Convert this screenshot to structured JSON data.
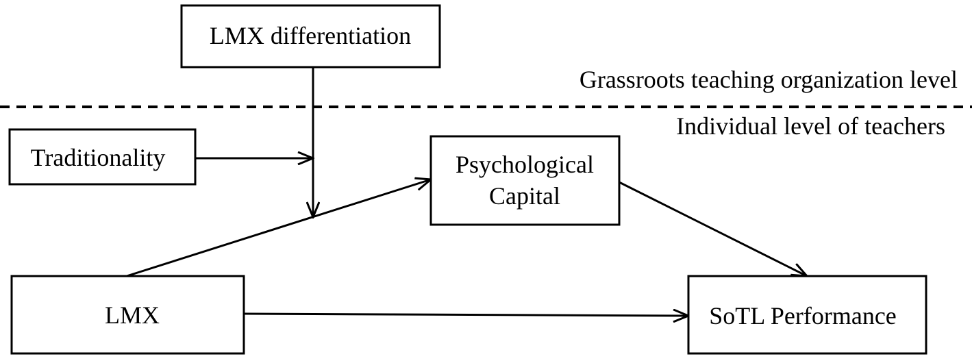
{
  "nodes": {
    "lmx_differentiation": "LMX differentiation",
    "traditionality": "Traditionality",
    "psychological_capital_line1": "Psychological",
    "psychological_capital_line2": "Capital",
    "lmx": "LMX",
    "sotl_performance": "SoTL Performance"
  },
  "levels": {
    "upper": "Grassroots teaching organization level",
    "lower": "Individual level of teachers"
  },
  "colors": {
    "stroke": "#000000",
    "background": "#ffffff"
  }
}
